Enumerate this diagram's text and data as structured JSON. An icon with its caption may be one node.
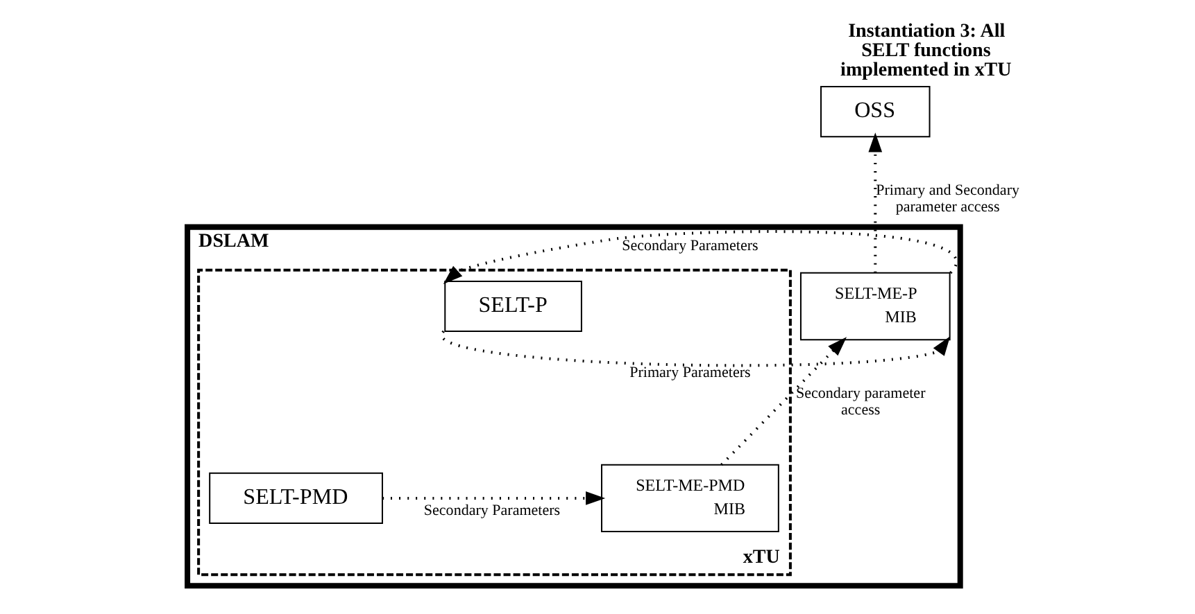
{
  "diagram": {
    "title": "Instantiation 3: All SELT functions implemented in xTU",
    "nodes": [
      {
        "text": [
          "OSS"
        ]
      },
      {
        "text": [
          "DSLAM"
        ]
      },
      {
        "text": [
          "xTU"
        ],
        "in": 1
      },
      {
        "text": [
          "SELT-ME-P",
          "MIB"
        ],
        "in": 1
      },
      {
        "text": [
          "SELT-P"
        ],
        "in": 2
      },
      {
        "text": [
          "SELT-ME-PMD",
          "MIB"
        ],
        "in": 2
      },
      {
        "text": [
          "SELT-PMD"
        ],
        "in": 2
      }
    ],
    "edges": [
      {
        "from": 3,
        "to": 0,
        "arrow": "to",
        "label": "Primary and Secondary parameter access"
      },
      {
        "from": 4,
        "to": 3,
        "arrow": "to",
        "label": "Primary Parameters"
      },
      {
        "from": 3,
        "to": 4,
        "arrow": "to",
        "label": "Secondary Parameters"
      },
      {
        "from": 5,
        "to": 3,
        "arrow": "to",
        "label": "Secondary parameter access"
      },
      {
        "from": 6,
        "to": 5,
        "arrow": "to",
        "label": "Secondary Parameters"
      }
    ]
  }
}
